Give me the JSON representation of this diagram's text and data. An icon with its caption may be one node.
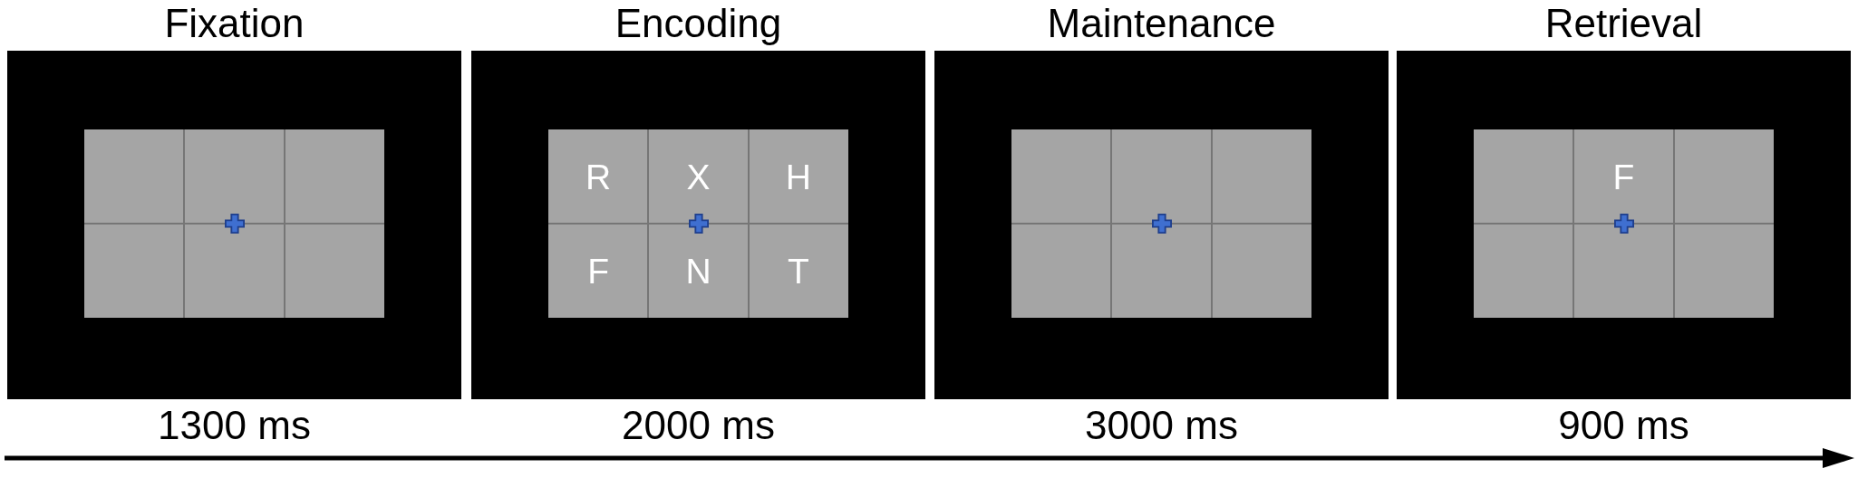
{
  "diagram": {
    "nodes": [
      {
        "text": [
          "Fixation"
        ],
        "beside": [
          "1300 ms"
        ]
      },
      {
        "text": [],
        "shape": "box",
        "in": 0
      },
      {
        "text": [
          "Encoding"
        ],
        "beside": [
          "2000 ms"
        ]
      },
      {
        "text": [
          "R",
          "X",
          "H",
          "F",
          "N",
          "T"
        ],
        "in": 2
      },
      {
        "text": [
          "Maintenance"
        ],
        "beside": [
          "3000 ms"
        ]
      },
      {
        "text": [],
        "shape": "box",
        "in": 4
      },
      {
        "text": [
          "Retrieval"
        ],
        "beside": [
          "900 ms"
        ]
      },
      {
        "text": [
          "F"
        ],
        "in": 6
      }
    ]
  }
}
